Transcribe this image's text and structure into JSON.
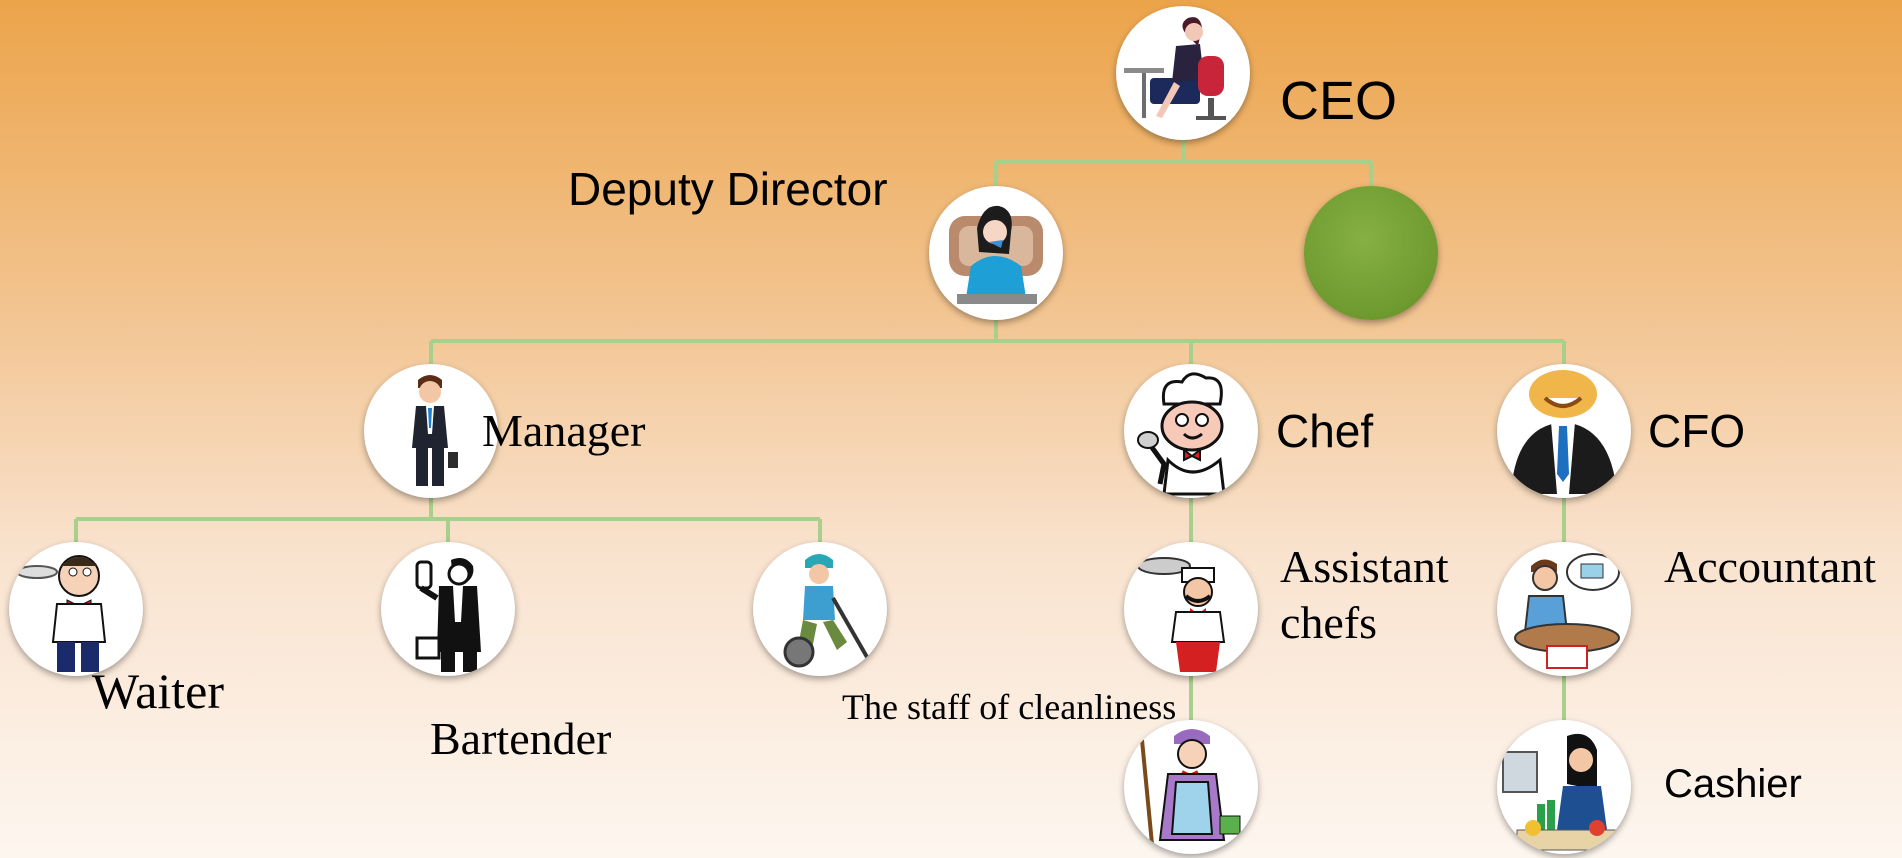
{
  "org_chart": {
    "ceo": {
      "label": "CEO",
      "icon": "ceo-illustration"
    },
    "deputy": {
      "label": "Deputy Director",
      "icon": "receptionist-illustration"
    },
    "vacant": {
      "label": "",
      "color": "#78a63a"
    },
    "manager": {
      "label": "Manager",
      "icon": "businessman-illustration"
    },
    "chef": {
      "label": "Chef",
      "icon": "chef-illustration"
    },
    "cfo": {
      "label": "CFO",
      "icon": "suited-man-illustration"
    },
    "waiter": {
      "label": "Waiter",
      "icon": "waiter-illustration"
    },
    "bartender": {
      "label": "Bartender",
      "icon": "bartender-illustration"
    },
    "cleaner": {
      "label": "The staff of cleanliness",
      "icon": "cleaner-illustration"
    },
    "assistant_chefs": {
      "label_line1": "Assistant",
      "label_line2": "chefs",
      "icon": "cook-illustration"
    },
    "accountant": {
      "label": "Accountant",
      "icon": "accountant-illustration"
    },
    "maid": {
      "label": "",
      "icon": "maid-illustration"
    },
    "cashier": {
      "label": "Cashier",
      "icon": "cashier-illustration"
    }
  },
  "colors": {
    "connector": "#a9cf8c",
    "background_top": "#eca44a",
    "background_bottom": "#fdf6ef"
  }
}
